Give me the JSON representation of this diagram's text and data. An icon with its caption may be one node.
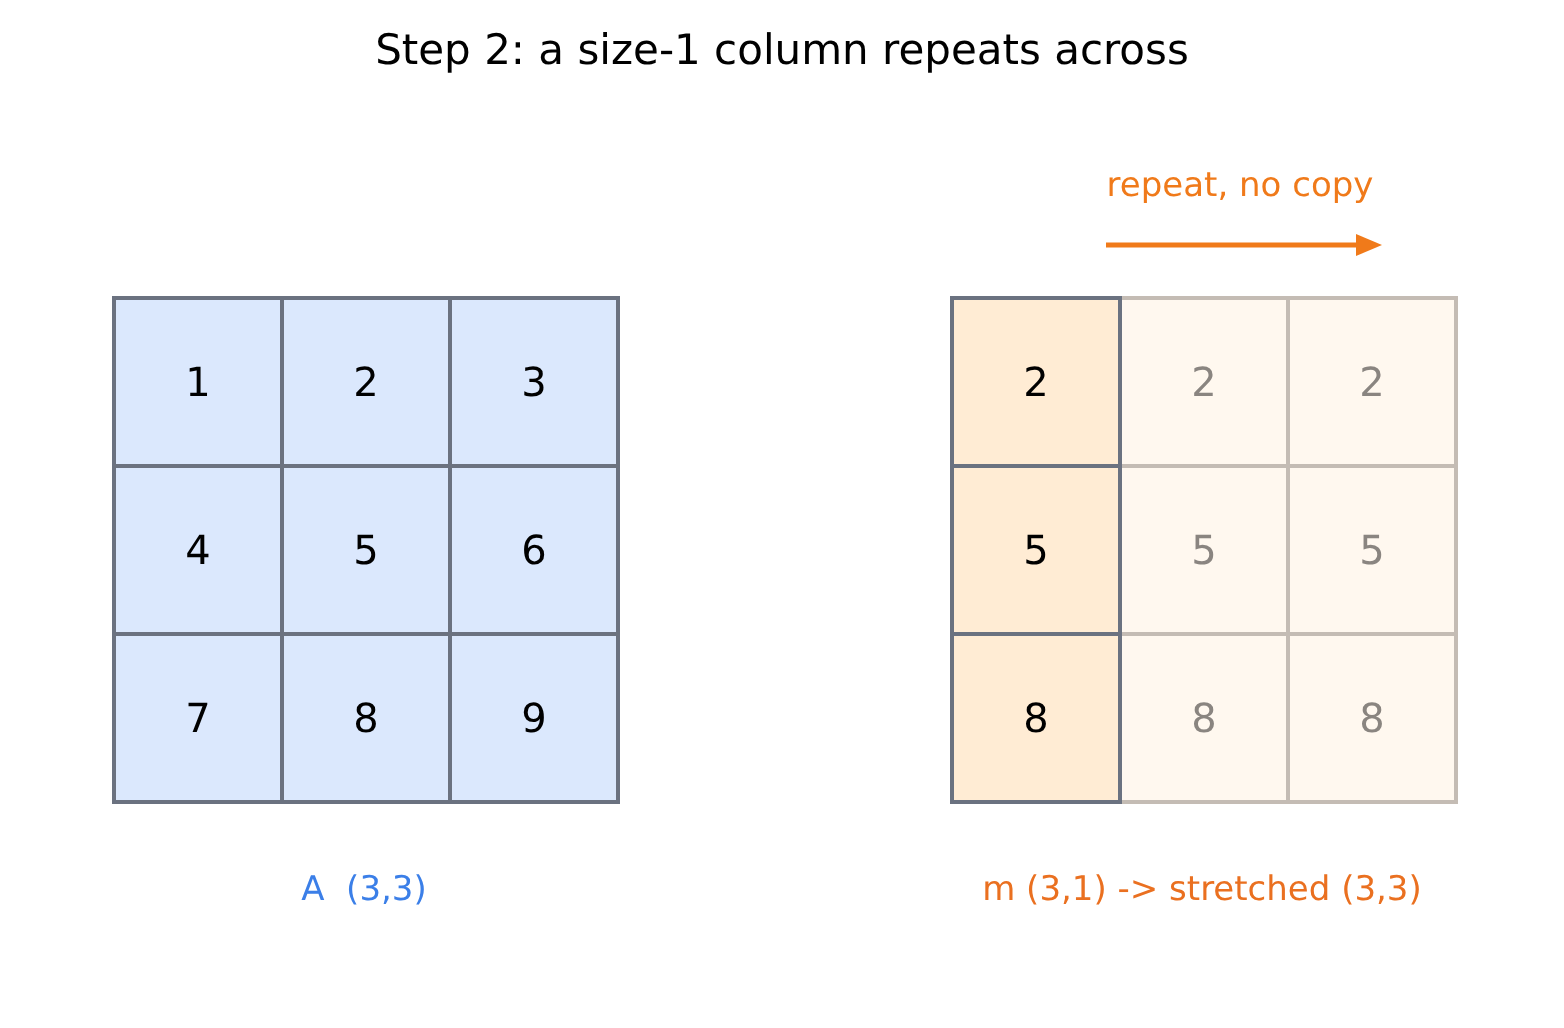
{
  "diagram": {
    "title": "Step 2: a size-1 column repeats across",
    "nodes": [
      {
        "text": [
          "1"
        ]
      },
      {
        "text": [
          "2"
        ]
      },
      {
        "text": [
          "3"
        ]
      },
      {
        "text": [
          "4"
        ]
      },
      {
        "text": [
          "5"
        ]
      },
      {
        "text": [
          "6"
        ]
      },
      {
        "text": [
          "7"
        ]
      },
      {
        "text": [
          "8"
        ]
      },
      {
        "text": [
          "9"
        ]
      },
      {
        "text": [
          "2"
        ]
      },
      {
        "text": [
          "2"
        ]
      },
      {
        "text": [
          "2"
        ]
      },
      {
        "text": [
          "5"
        ]
      },
      {
        "text": [
          "5"
        ]
      },
      {
        "text": [
          "5"
        ]
      },
      {
        "text": [
          "8"
        ]
      },
      {
        "text": [
          "8"
        ]
      },
      {
        "text": [
          "8"
        ]
      }
    ],
    "edges": [],
    "labels": [
      "repeat, no copy",
      "A  (3,3)",
      "m (3,1) -> stretched (3,3)"
    ]
  }
}
